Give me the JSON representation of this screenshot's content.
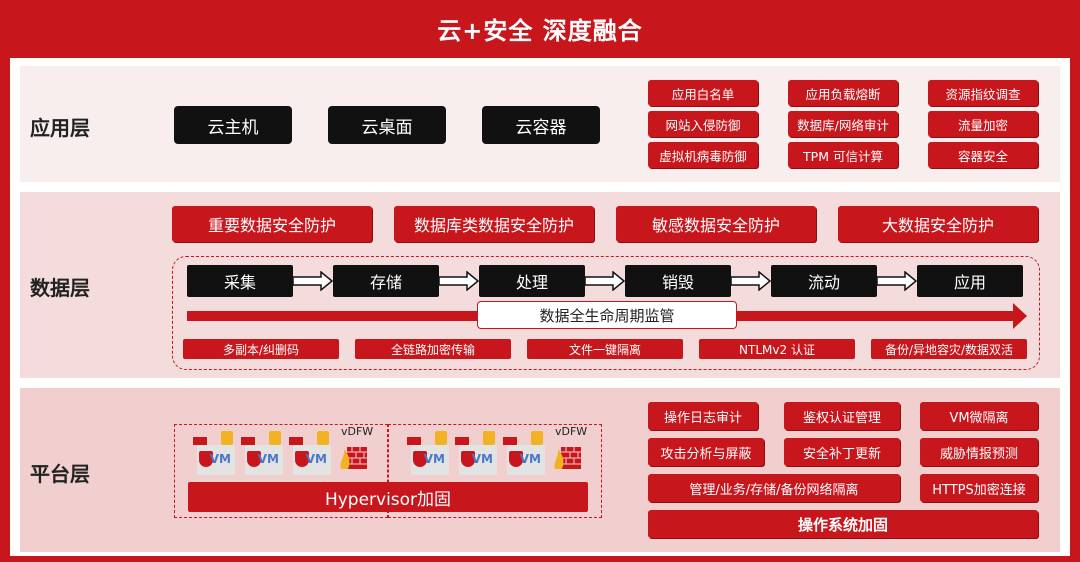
{
  "title": "云+安全 深度融合",
  "colors": {
    "accent": "#c8161d",
    "dark": "#111111"
  },
  "app_layer": {
    "name": "应用层",
    "services": [
      "云主机",
      "云桌面",
      "云容器"
    ],
    "security_tags": [
      "应用白名单",
      "应用负载熔断",
      "资源指纹调查",
      "网站入侵防御",
      "数据库/网络审计",
      "流量加密",
      "虚拟机病毒防御",
      "TPM 可信计算",
      "容器安全"
    ]
  },
  "data_layer": {
    "name": "数据层",
    "protections": [
      "重要数据安全防护",
      "数据库类数据安全防护",
      "敏感数据安全防护",
      "大数据安全防护"
    ],
    "stages": [
      "采集",
      "存储",
      "处理",
      "销毁",
      "流动",
      "应用"
    ],
    "lifecycle_label": "数据全生命周期监管",
    "sub_tags": [
      "多副本/纠删码",
      "全链路加密传输",
      "文件一键隔离",
      "NTLMv2 认证",
      "备份/异地容灾/数据双活"
    ]
  },
  "platform_layer": {
    "name": "平台层",
    "vm_label": "VM",
    "vdfw_label": "vDFW",
    "hypervisor_label": "Hypervisor加固",
    "security_tags": [
      "操作日志审计",
      "鉴权认证管理",
      "VM微隔离",
      "攻击分析与屏蔽",
      "安全补丁更新",
      "威胁情报预测",
      "管理/业务/存储/备份网络隔离",
      "HTTPS加密连接"
    ],
    "os_label": "操作系统加固"
  }
}
